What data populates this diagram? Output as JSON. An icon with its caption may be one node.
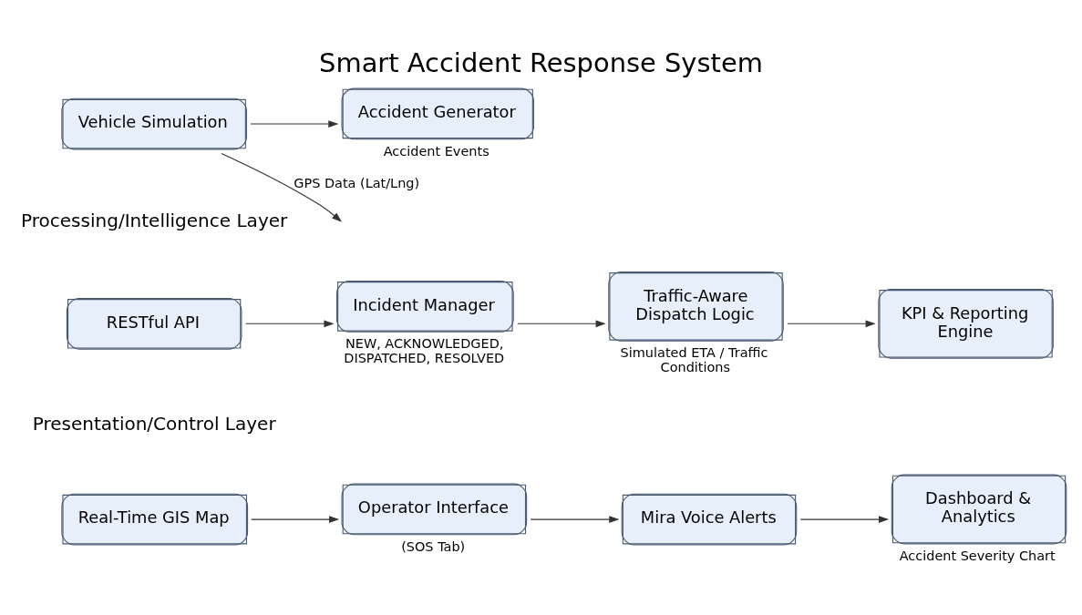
{
  "diagram": {
    "title": "Smart Accident Response System",
    "nodes": [
      {
        "text": [
          "Vehicle Simulation"
        ]
      },
      {
        "text": [
          "Accident Generator"
        ],
        "beside": [
          "Accident Events"
        ]
      },
      {
        "text": [
          "RESTful API"
        ]
      },
      {
        "text": [
          "Incident Manager"
        ],
        "beside": [
          "NEW, ACKNOWLEDGED, DISPATCHED, RESOLVED"
        ]
      },
      {
        "text": [
          "Traffic-Aware Dispatch Logic"
        ],
        "beside": [
          "Simulated ETA / Traffic Conditions"
        ]
      },
      {
        "text": [
          "KPI & Reporting Engine"
        ]
      },
      {
        "text": [
          "Real-Time GIS Map"
        ]
      },
      {
        "text": [
          "Operator Interface"
        ],
        "beside": [
          "(SOS Tab)"
        ]
      },
      {
        "text": [
          "Mira Voice Alerts"
        ]
      },
      {
        "text": [
          "Dashboard & Analytics"
        ],
        "beside": [
          "Accident Severity Chart"
        ]
      }
    ],
    "edges": [
      {
        "from": 0,
        "to": 1,
        "arrow": "to"
      },
      {
        "from": 0,
        "to": null,
        "arrow": "to",
        "label": "GPS Data (Lat/Lng)"
      },
      {
        "from": 2,
        "to": 3,
        "arrow": "to"
      },
      {
        "from": 3,
        "to": 4,
        "arrow": "to"
      },
      {
        "from": 4,
        "to": 5,
        "arrow": "to"
      },
      {
        "from": 6,
        "to": 7,
        "arrow": "to"
      },
      {
        "from": 7,
        "to": 8,
        "arrow": "to"
      },
      {
        "from": 8,
        "to": 9,
        "arrow": "to"
      }
    ],
    "labels": [
      "Processing/Intelligence Layer",
      "Presentation/Control Layer"
    ]
  }
}
